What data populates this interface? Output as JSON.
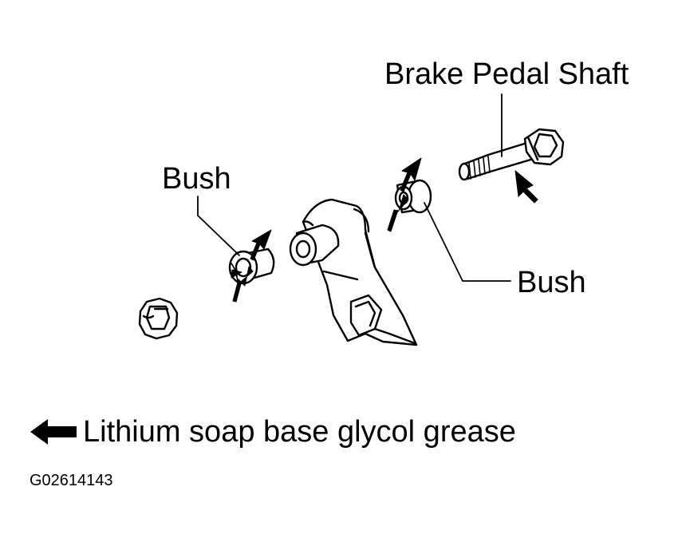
{
  "labels": {
    "brake_pedal_shaft": "Brake Pedal Shaft",
    "bush_left": "Bush",
    "bush_right": "Bush"
  },
  "legend": {
    "icon": "filled-left-arrow-icon",
    "text": "Lithium soap base glycol grease"
  },
  "figure_code": "G02614143",
  "colors": {
    "ink": "#000000",
    "paper": "#ffffff"
  }
}
